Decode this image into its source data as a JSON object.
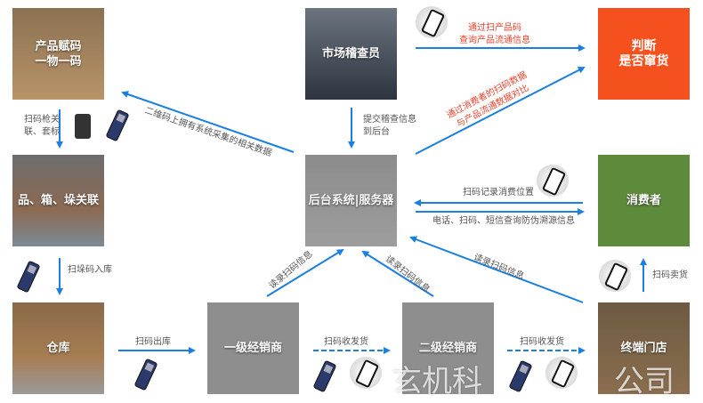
{
  "nodes": {
    "product": "产品赋码\n一物一码",
    "inspector": "市场稽查员",
    "judge": "判断\n是否窜货",
    "pallet": "品、箱、垛关联",
    "server": "后台系统|服务器",
    "consumer": "消费者",
    "warehouse": "仓库",
    "dealer1": "一级经销商",
    "dealer2": "二级经销商",
    "store": "终端门店"
  },
  "labels": {
    "scan_link": "扫码枪关\n联、套标",
    "qr_data": "二维码上拥有系统采集的相关数据",
    "submit": "提交稽查信息\n到后台",
    "query_flow": "通过扫产品码\n查询产品流通信息",
    "compare": "通过消费者的扫码数据\n与产品流通数据对比",
    "record_location": "扫码记录消费位置",
    "query_trace": "电话、扫码、短信查询防伪溯源信息",
    "pallet_in": "扫垛码入库",
    "out": "扫码出库",
    "ship1": "扫码收发货",
    "ship2": "扫码收发货",
    "upload1": "读录扫码信息",
    "upload2": "读录扫码信息",
    "upload3": "读录扫码信息",
    "sell": "扫码卖货"
  },
  "watermark": [
    "玄机科",
    "公司"
  ],
  "colors": {
    "arrow": "#1a7fe0",
    "judge": "#f4511e",
    "consumer": "#5e8a3c",
    "red_text": "#e8412a"
  }
}
